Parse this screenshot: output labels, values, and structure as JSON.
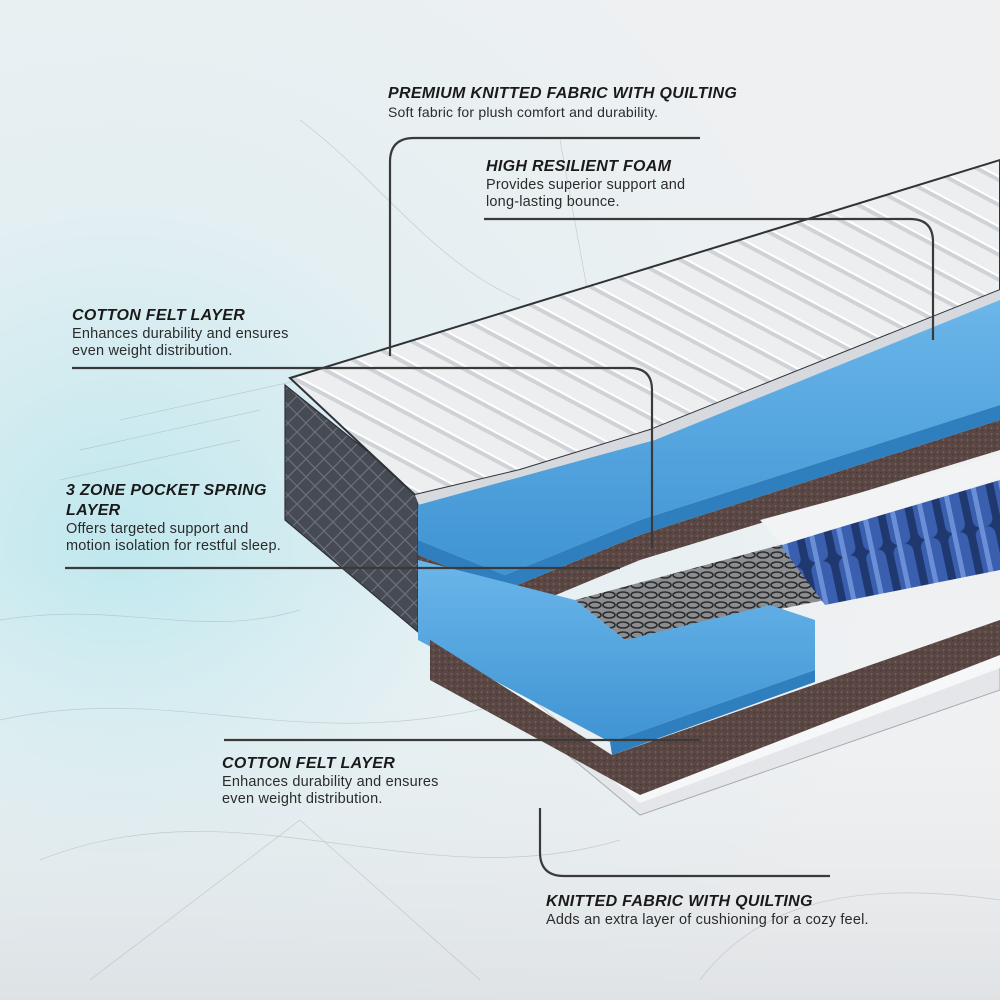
{
  "callouts": [
    {
      "title": "PREMIUM KNITTED FABRIC WITH QUILTING",
      "desc": [
        "Soft fabric for plush comfort and durability."
      ]
    },
    {
      "title": "HIGH RESILIENT FOAM",
      "desc": [
        "Provides superior support and",
        "long-lasting bounce."
      ]
    },
    {
      "title": "COTTON FELT LAYER",
      "desc": [
        "Enhances durability and ensures",
        "even weight distribution."
      ]
    },
    {
      "title": "3 ZONE POCKET SPRING",
      "title2": "LAYER",
      "desc": [
        "Offers targeted support and",
        "motion isolation for restful sleep."
      ]
    },
    {
      "title": "COTTON FELT LAYER",
      "desc": [
        "Enhances durability and ensures",
        "even weight distribution."
      ]
    },
    {
      "title": "KNITTED FABRIC WITH QUILTING",
      "desc": [
        "Adds an extra layer of cushioning for a cozy feel."
      ]
    }
  ],
  "colors": {
    "quilt": "#ecedef",
    "foam": "#4fa3de",
    "felt": "#5a4743",
    "side_fabric": "#43474f",
    "leader": "#3a3a3a",
    "background_tint": "#bfe8ee"
  }
}
